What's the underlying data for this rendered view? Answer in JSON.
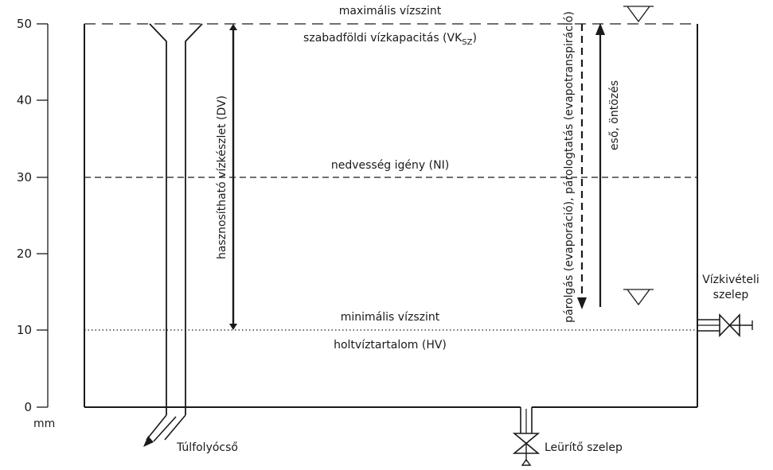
{
  "axis": {
    "unit": "mm",
    "ticks": [
      "50",
      "40",
      "30",
      "20",
      "10",
      "0"
    ]
  },
  "levels": {
    "max_level": "maximális vízszint",
    "field_capacity_main": "szabadföldi vízkapacitás (VK",
    "field_capacity_sub": "SZ",
    "field_capacity_close": ")",
    "moisture_need": "nedvesség igény (NI)",
    "min_level": "minimális vízszint",
    "dead_water": "holtvíztartalom (HV)"
  },
  "arrows": {
    "usable_water": "hasznosítható vízkészlet (DV)",
    "evaporation": "párolgás (evaporáció), párologtatás (evapotranspiráció)",
    "rain_irrigation": "eső, öntözés"
  },
  "components": {
    "overflow_pipe": "Túlfolyócső",
    "drain_valve": "Leürítő szelep",
    "intake_valve_line1": "Vízkivételi",
    "intake_valve_line2": "szelep"
  }
}
